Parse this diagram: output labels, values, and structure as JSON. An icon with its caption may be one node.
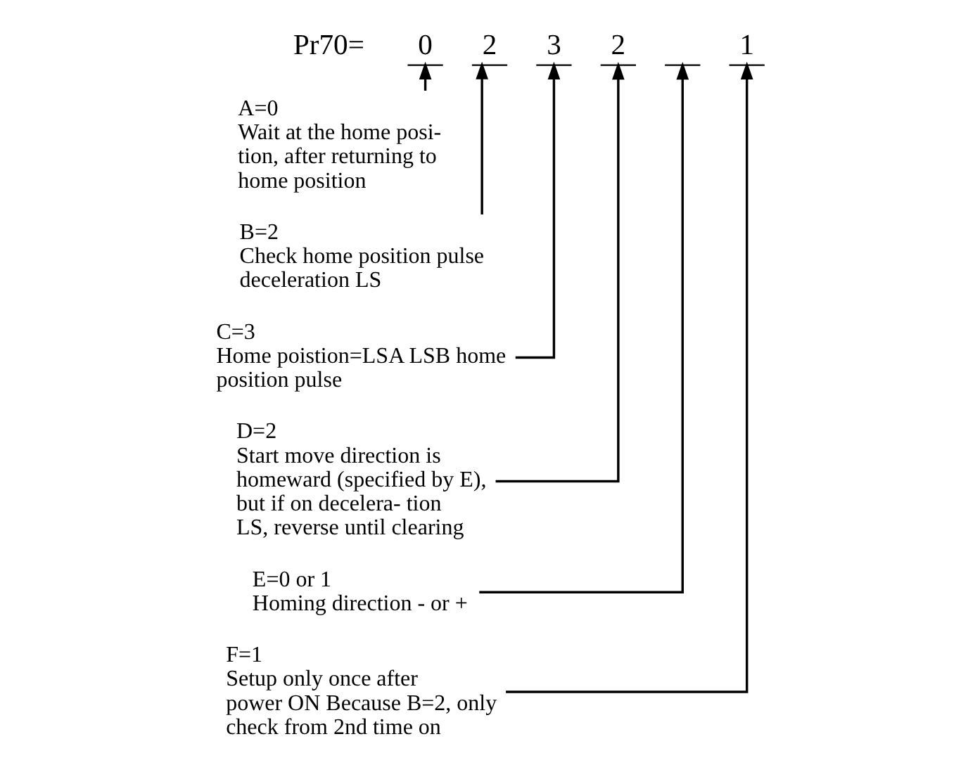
{
  "diagram": {
    "nodes": [
      {
        "text": [
          "0"
        ]
      },
      {
        "text": [
          "2"
        ]
      },
      {
        "text": [
          "3"
        ]
      },
      {
        "text": [
          "2"
        ]
      },
      {
        "text": [],
        "shape": "bar"
      },
      {
        "text": [
          "1"
        ]
      },
      {
        "text": [
          "A=0",
          "Wait at the home posi- tion, after returning to home position"
        ]
      },
      {
        "text": [
          "B=2",
          "Check home position pulse deceleration LS"
        ]
      },
      {
        "text": [
          "C=3",
          "Home poistion=LSA LSB home position pulse"
        ]
      },
      {
        "text": [
          "D=2",
          "Start move direction is homeward (specified by E), but if on decelera- tion LS, reverse until clearing"
        ]
      },
      {
        "text": [
          "E=0 or 1",
          "Homing direction - or +"
        ]
      },
      {
        "text": [
          "F=1",
          "Setup only once after power ON Because B=2, only check from 2nd time on"
        ]
      }
    ],
    "edges": [
      {
        "from": 6,
        "to": 0,
        "arrow": "to"
      },
      {
        "from": 7,
        "to": 1,
        "arrow": "to"
      },
      {
        "from": 8,
        "to": 2,
        "arrow": "to"
      },
      {
        "from": 9,
        "to": 3,
        "arrow": "to"
      },
      {
        "from": 10,
        "to": 4,
        "arrow": "to"
      },
      {
        "from": 11,
        "to": 5,
        "arrow": "to"
      }
    ],
    "labels": [
      "Pr70="
    ]
  }
}
